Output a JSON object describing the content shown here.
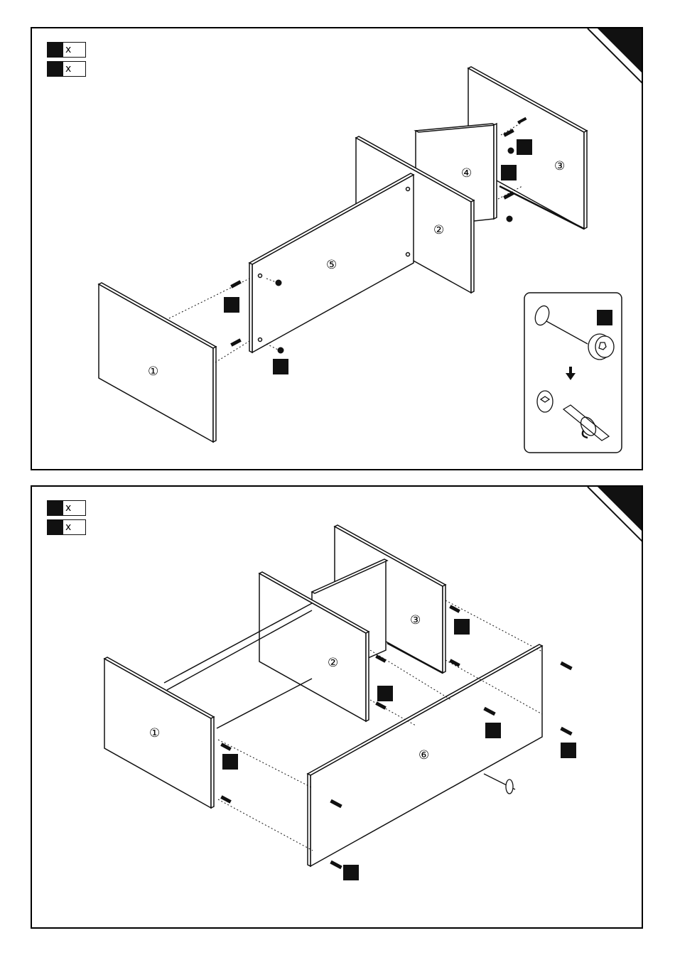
{
  "steps": [
    {
      "qty_rows": [
        {
          "mark": "x"
        },
        {
          "mark": "x"
        }
      ],
      "panel_labels": {
        "p1": "①",
        "p2": "②",
        "p3": "③",
        "p4": "④",
        "p5": "⑤"
      }
    },
    {
      "qty_rows": [
        {
          "mark": "x"
        },
        {
          "mark": "x"
        }
      ],
      "panel_labels": {
        "p1": "①",
        "p2": "②",
        "p3": "③",
        "p6": "⑥"
      }
    }
  ],
  "icons": {
    "corner": "step-corner-flag-icon",
    "arrow": "down-arrow-icon",
    "screwdriver": "screwdriver-icon",
    "cam_lock": "cam-lock-icon"
  }
}
